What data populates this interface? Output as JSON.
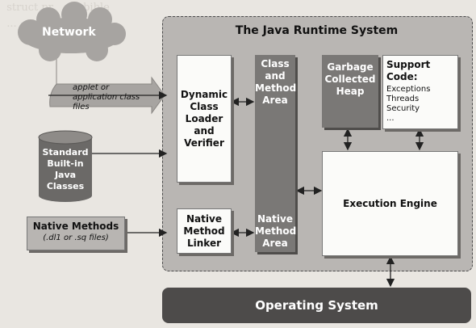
{
  "title": "The Java Runtime System",
  "network": {
    "label": "Network",
    "arrow_text": "applet or application class files"
  },
  "standard_classes": {
    "label": "Standard Built-in Java Classes"
  },
  "native_methods": {
    "label": "Native Methods",
    "sublabel": "(.dl1 or .sq files)"
  },
  "dynamic_loader": {
    "label": "Dynamic Class Loader and Verifier"
  },
  "class_method_area": {
    "label": "Class and Method Area"
  },
  "native_method_area": {
    "label": "Native Method Area"
  },
  "gc_heap": {
    "label": "Garbage Collected Heap"
  },
  "support_code": {
    "label": "Support Code:",
    "items": [
      "Exceptions",
      "Threads",
      "Security",
      "..."
    ]
  },
  "execution_engine": {
    "label": "Execution Engine"
  },
  "native_linker": {
    "label": "Native Method Linker"
  },
  "operating_system": {
    "label": "Operating System"
  },
  "colors": {
    "background": "#e9e6e1",
    "jrs_panel": "#b9b6b3",
    "dark_column": "#7a7876",
    "os_bar": "#4d4b4a"
  }
}
